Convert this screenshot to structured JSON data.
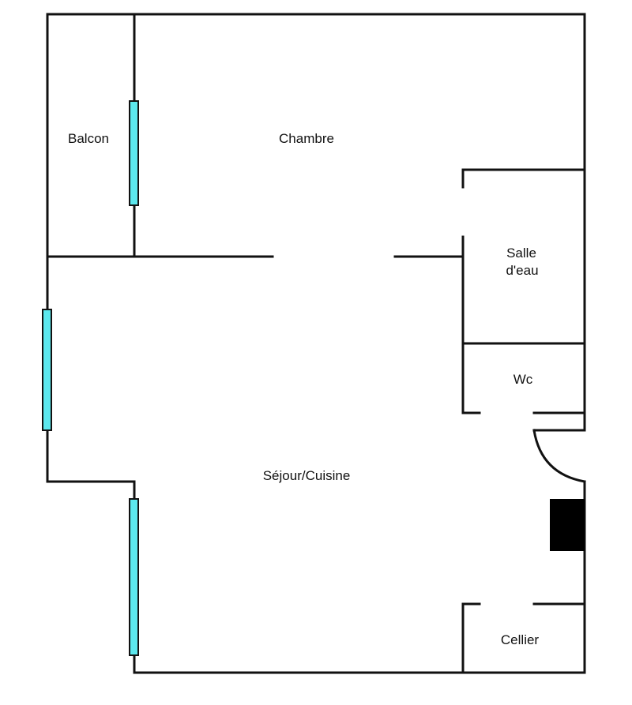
{
  "rooms": {
    "balcon": "Balcon",
    "chambre": "Chambre",
    "salle_eau_line1": "Salle",
    "salle_eau_line2": "d'eau",
    "wc": "Wc",
    "sejour": "Séjour/Cuisine",
    "cellier": "Cellier"
  },
  "colors": {
    "wall": "#111111",
    "window": "#5ce8ee",
    "fixture": "#000000",
    "background": "#ffffff"
  }
}
